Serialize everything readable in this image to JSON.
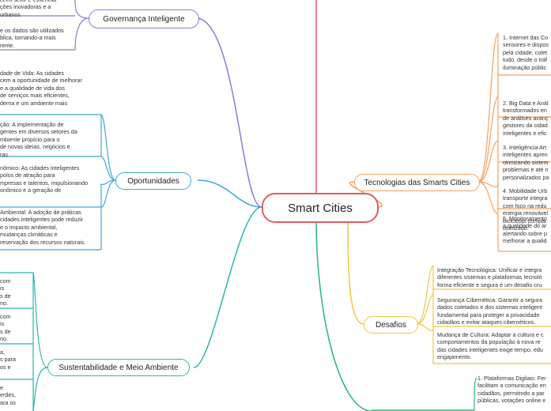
{
  "central": "Smart Cities",
  "branches": {
    "governanca": "Governança Inteligente",
    "oportunidades": "Oportunidades",
    "sustentabilidade": "Sustentabilidade e Meio Ambiente",
    "tecnologias": "Tecnologias das Smarts Cities",
    "desafios": "Desafios"
  },
  "gov_items": [
    "ceiro setor é essencial\nções inovadoras e a\nurbanos",
    "e os dados são utilizados\nblica, tornando-a mais\nrente."
  ],
  "oport_items": [
    "dade de Vida: As cidades\ncem a oportunidade de melhorar\ne a qualidade de vida dos\nde serviços mais eficientes,\nderna e um ambiente mais",
    "ção: A implementação de\ngentes em diversos setores da\nmbiente propício para o\nde novas ideias, negócios e\nras",
    "nômico: As cidades inteligentes\npolos de atração para\nmpresas e talentos, impulsionando\nonômico e a geração de",
    "Ambiental: A adoção de práticas\ncidades inteligentes pode reduzir\ne o impacto ambiental,\nmudanças climáticas e\nreservação dos recursos naturais."
  ],
  "sust_items": [
    "com\nis\ns de\nno.",
    "com\nis\ns de\nno.",
    "a,\ns para\nos e",
    "e\nerdes,\nara os"
  ],
  "tec_items": [
    "1. Internet das Co\nsensores e dispos\npela cidade, colet\ntudo, desde o tráf\niluminação públic",
    "2. Big Data e Anál\ntransformados en\nde análises avanç\ngestores da cidad\ninteligentes e efic",
    "3. Inteligência Art\ninteligentes apren\notimizando sistem\nproblemas e até n\npersonalizados pa",
    "4. Mobilidade Urb\ntransporte integra\ncom foco na redu\nenergia renovável\nbicicletas compar\notimizado.",
    "5. Monitoramento\na qualidade do ar\nalertando sobre p\nmelhorar a qualid"
  ],
  "desafios_items": [
    "Integração Tecnológica: Unificar e integra\ndiferentes sistemas e plataformas tecnoló\nforma eficiente e segura é um desafio cru",
    "Segurança Cibernética: Garantir a segura\ndados coletados e dos sistemas inteligent\nfundamental para proteger a privacidade\ncidadãos e evitar ataques cibernéticos.",
    "Mudança de Cultura: Adaptar a cultura e c\ncomportamentos da população à nova re\ndas cidades inteligentes exige tempo, edu\nengajamento."
  ],
  "gov_right_item": "1. Plataformas Digitais: Fer\nfacilitam a comunicação en\ncidadãos, permitindo a par\npúblicas, votações online e",
  "colors": {
    "central": "#e35b5b",
    "governanca": "#8b7bd8",
    "oportunidades": "#3fa7d6",
    "sustentabilidade": "#2bb5b0",
    "tecnologias": "#f4a261",
    "desafios": "#f4c542",
    "top": "#e35b5b",
    "bottom_right": "#2bb57a"
  }
}
